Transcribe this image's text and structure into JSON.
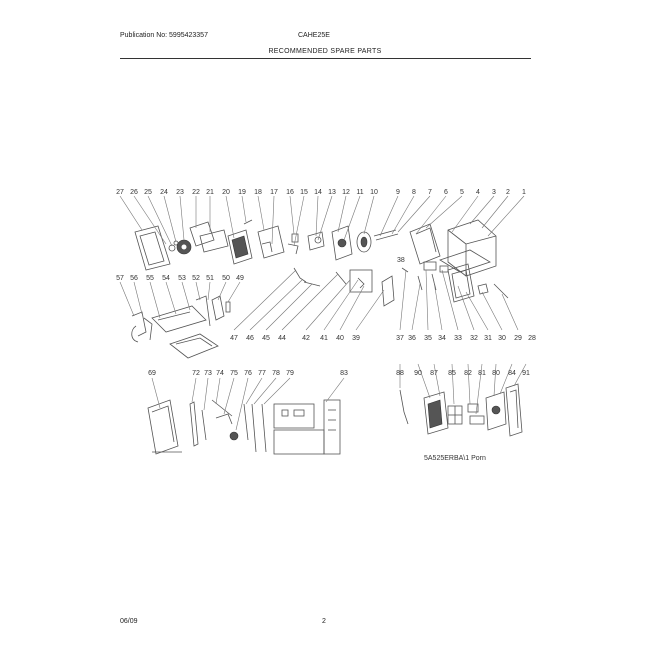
{
  "header": {
    "publication": "Publication No: 5995423357",
    "model": "CAHE25E",
    "title": "RECOMMENDED SPARE PARTS"
  },
  "row1_labels": [
    "27",
    "26",
    "25",
    "24",
    "23",
    "22",
    "21",
    "20",
    "19",
    "18",
    "17",
    "16",
    "15",
    "14",
    "13",
    "12",
    "11",
    "10",
    "9",
    "8",
    "7",
    "6",
    "5",
    "4",
    "3",
    "2",
    "1"
  ],
  "row2_top_labels": [
    "57",
    "56",
    "55",
    "54",
    "53",
    "52",
    "51",
    "50",
    "49"
  ],
  "row2_bottom_labels": [
    "47",
    "46",
    "45",
    "44",
    "42",
    "41",
    "40",
    "39",
    "37",
    "36",
    "35",
    "34",
    "33",
    "32",
    "31",
    "30",
    "29",
    "28"
  ],
  "label_38": "38",
  "row3_labels": [
    "69",
    "72",
    "73",
    "74",
    "75",
    "76",
    "77",
    "78",
    "79",
    "83",
    "88",
    "90",
    "87",
    "85",
    "82",
    "81",
    "80",
    "84",
    "91"
  ],
  "diagram_code": "5A525ERBA\\1 Porn",
  "footer": {
    "date": "06/09",
    "page": "2"
  }
}
